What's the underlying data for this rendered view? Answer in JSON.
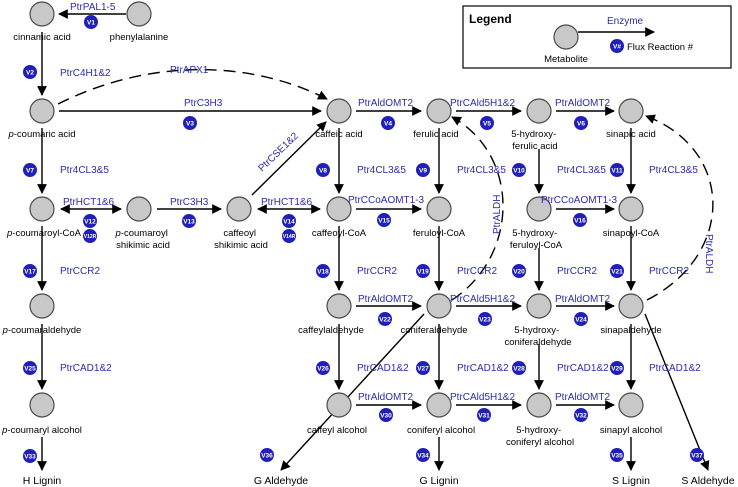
{
  "metabolites": {
    "phenylalanine": "phenylalanine",
    "cinnamic_acid": "cinnamic acid",
    "p_coumaric_acid": [
      "p",
      "-coumaric acid"
    ],
    "caffeic_acid": "caffeic acid",
    "ferulic_acid": "ferulic acid",
    "hydroxyferulic_acid": [
      "5-hydroxy-",
      "ferulic acid"
    ],
    "sinapic_acid": "sinapic acid",
    "p_coumaroyl_coa": [
      "p",
      "-coumaroyl-CoA"
    ],
    "p_coumaroyl_shikimic": [
      "p",
      "-coumaroyl",
      "shikimic acid"
    ],
    "caffeoyl_shikimic": [
      "caffeoyl",
      "shikimic acid"
    ],
    "caffeoyl_coa": "caffeoyl-CoA",
    "feruloyl_coa": "feruloyl-CoA",
    "hydroxyferuloyl_coa": [
      "5-hydroxy-",
      "feruloyl-CoA"
    ],
    "sinapoyl_coa": "sinapoyl-CoA",
    "p_coumaraldehyde": [
      "p",
      "-coumaraldehyde"
    ],
    "caffeylaldehyde": "caffeylaldehyde",
    "coniferaldehyde": "coniferaldehyde",
    "hydroxyconiferaldehyde": [
      "5-hydroxy-",
      "coniferaldehyde"
    ],
    "sinapaldehyde": "sinapaldehyde",
    "p_coumaryl_alcohol": [
      "p",
      "-coumaryl alcohol"
    ],
    "caffeyl_alcohol": "caffeyl alcohol",
    "coniferyl_alcohol": "coniferyl alcohol",
    "hydroxyconiferyl_alcohol": [
      "5-hydroxy-",
      "coniferyl alcohol"
    ],
    "sinapyl_alcohol": "sinapyl alcohol"
  },
  "enzymes": {
    "v1": "PtrPAL1-5",
    "v2": "PtrC4H1&2",
    "apx": "PtrAPX1",
    "v3": "PtrC3H3",
    "v4": "PtrAldOMT2",
    "v5": "PtrCAld5H1&2",
    "v6": "PtrAldOMT2",
    "v7": "Ptr4CL3&5",
    "cse": "PtrCSE1&2",
    "v8": "Ptr4CL3&5",
    "v9": "Ptr4CL3&5",
    "v10": "Ptr4CL3&5",
    "v11": "Ptr4CL3&5",
    "v12": "PtrHCT1&6",
    "v13": "PtrC3H3",
    "v14": "PtrHCT1&6",
    "v15": "PtrCCoAOMT1-3",
    "v16": "PtrCCoAOMT1-3",
    "aldh1": "PtrALDH",
    "aldh2": "PtrALDH",
    "v17": "PtrCCR2",
    "v18": "PtrCCR2",
    "v19": "PtrCCR2",
    "v20": "PtrCCR2",
    "v21": "PtrCCR2",
    "v22": "PtrAldOMT2",
    "v23": "PtrCAld5H1&2",
    "v24": "PtrAldOMT2",
    "v25": "PtrCAD1&2",
    "v26": "PtrCAD1&2",
    "v27": "PtrCAD1&2",
    "v28": "PtrCAD1&2",
    "v29": "PtrCAD1&2",
    "v30": "PtrAldOMT2",
    "v31": "PtrCAld5H1&2",
    "v32": "PtrAldOMT2"
  },
  "reactions": {
    "v1": "V1",
    "v2": "V2",
    "v3": "V3",
    "v4": "V4",
    "v5": "V5",
    "v6": "V6",
    "v7": "V7",
    "v8": "V8",
    "v9": "V9",
    "v10": "V10",
    "v11": "V11",
    "v12": "V12",
    "v12r": "V12R",
    "v13": "V13",
    "v14": "V14",
    "v14r": "V14R",
    "v15": "V15",
    "v16": "V16",
    "v17": "V17",
    "v18": "V18",
    "v19": "V19",
    "v20": "V20",
    "v21": "V21",
    "v22": "V22",
    "v23": "V23",
    "v24": "V24",
    "v25": "V25",
    "v26": "V26",
    "v27": "V27",
    "v28": "V28",
    "v29": "V29",
    "v30": "V30",
    "v31": "V31",
    "v32": "V32",
    "v33": "V33",
    "v34": "V34",
    "v35": "V35",
    "v36": "V36",
    "v37": "V37"
  },
  "outputs": {
    "h_lignin": "H Lignin",
    "g_aldehyde": "G Aldehyde",
    "g_lignin": "G Lignin",
    "s_lignin": "S Lignin",
    "s_aldehyde": "S Aldehyde"
  },
  "legend": {
    "title": "Legend",
    "enzyme": "Enzyme",
    "metabolite": "Metabolite",
    "badge": "V#",
    "flux": "Flux Reaction #"
  },
  "colors": {
    "node_fill": "#c8c8c8",
    "enzyme_text": "#2b2bb0",
    "reaction_badge": "#2020b8"
  }
}
